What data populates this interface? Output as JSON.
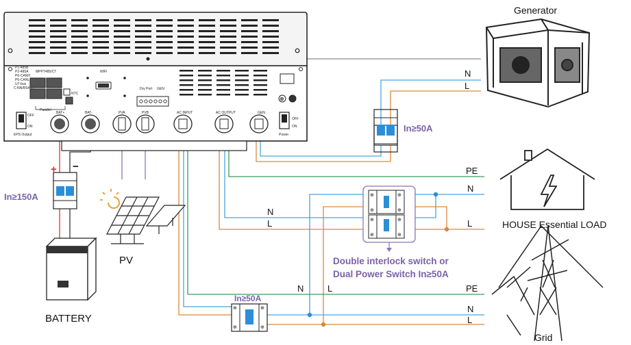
{
  "colors": {
    "brown": "#d8893a",
    "blue": "#4aa3df",
    "green": "#3d9a5b",
    "grey": "#8a8a8a",
    "violet": "#8d72b8",
    "breaker_blue": "#2b8fd8",
    "red": "#d9342b",
    "accent_label": "#7b61a8"
  },
  "inverter": {
    "top_labels": {
      "mppt": "MPPT485/CT",
      "wifi": "WIFI",
      "dry_port": "Dry Port",
      "gen": "GEN",
      "ntc": "NTC",
      "parallel": "Parallel",
      "bat_plus": "BAT+",
      "bat_minus": "BAT-",
      "pv_a": "PVA",
      "pv_b": "PVB",
      "ac_input": "AC INPUT",
      "ac_output": "AC OUTPUT",
      "gen_port": "GEN",
      "eps_output": "EPS Output",
      "power": "Power",
      "off": "OFF",
      "on": "ON",
      "comm": "C:NN/RS485"
    }
  },
  "labels": {
    "generator": "Generator",
    "house": "HOUSE Essential LOAD",
    "grid": "Grid",
    "battery": "BATTERY",
    "pv": "PV",
    "interlock_line1": "Double interlock switch or",
    "interlock_line2": "Dual Power Switch In≥50A",
    "breaker_battery": "In≥150A",
    "breaker_gen": "In≥50A",
    "breaker_grid": "In≥50A",
    "plus": "+",
    "minus": "−",
    "gen_n": "N",
    "gen_l": "L",
    "house_pe": "PE",
    "house_n": "N",
    "house_l": "L",
    "mid_n": "N",
    "mid_l": "L",
    "grid_pe": "PE",
    "grid_n": "N",
    "grid_l": "L",
    "grid_n_mid": "N",
    "grid_l_mid": "L"
  }
}
